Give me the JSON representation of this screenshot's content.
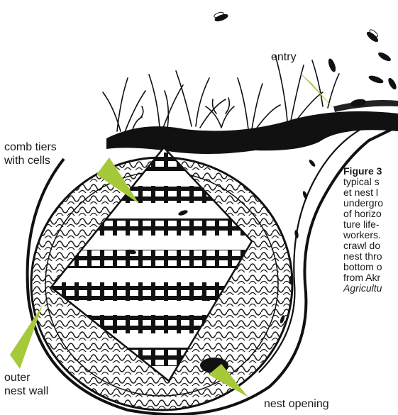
{
  "labels": {
    "entry": "entry",
    "comb_tiers": "comb tiers\nwith cells",
    "outer_nest_wall": "outer\nnest wall",
    "nest_opening": "nest opening"
  },
  "caption": {
    "lines": [
      "Figure 3",
      "typical s",
      "et nest l",
      "undergro",
      "of horizo",
      "ture life-",
      "workers.",
      "crawl do",
      "nest thro",
      "bottom o",
      "from Akr"
    ],
    "italic_line": "Agricultu"
  },
  "colors": {
    "pointer": "#a6c93a",
    "ink": "#111111",
    "background": "#ffffff"
  }
}
